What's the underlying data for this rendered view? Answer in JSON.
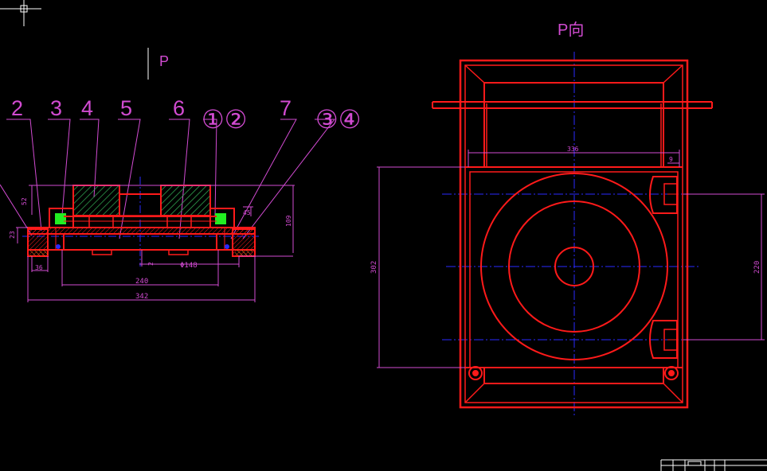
{
  "colors": {
    "background": "#000000",
    "outline": "#ff1a1a",
    "leader": "#d24bd2",
    "center": "#2a2aff",
    "hatch": "#32a852",
    "bearing": "#22ee22",
    "hatch_orange": "#ff8c1a",
    "crosshair": "#ffffff",
    "dim_text": "#d24bd2",
    "title_block": "#ffffff"
  },
  "view_labels": {
    "section_arrow": "P",
    "view_title": "P向"
  },
  "part_balloons": [
    "2",
    "3",
    "4",
    "5",
    "6",
    "①②",
    "7",
    "③④"
  ],
  "dimensions": {
    "left_height_small": "52",
    "left_height_total": "109",
    "left_side": "23",
    "left_step": "45",
    "left_bottom_small": "36",
    "left_gap": "2",
    "left_bore": "Φ148",
    "left_inner": "240",
    "left_overall": "342",
    "right_top": "336",
    "right_side_left": "302",
    "right_side_right": "220",
    "right_slot": "9"
  },
  "icons": [
    "crosshair-cursor-icon"
  ]
}
